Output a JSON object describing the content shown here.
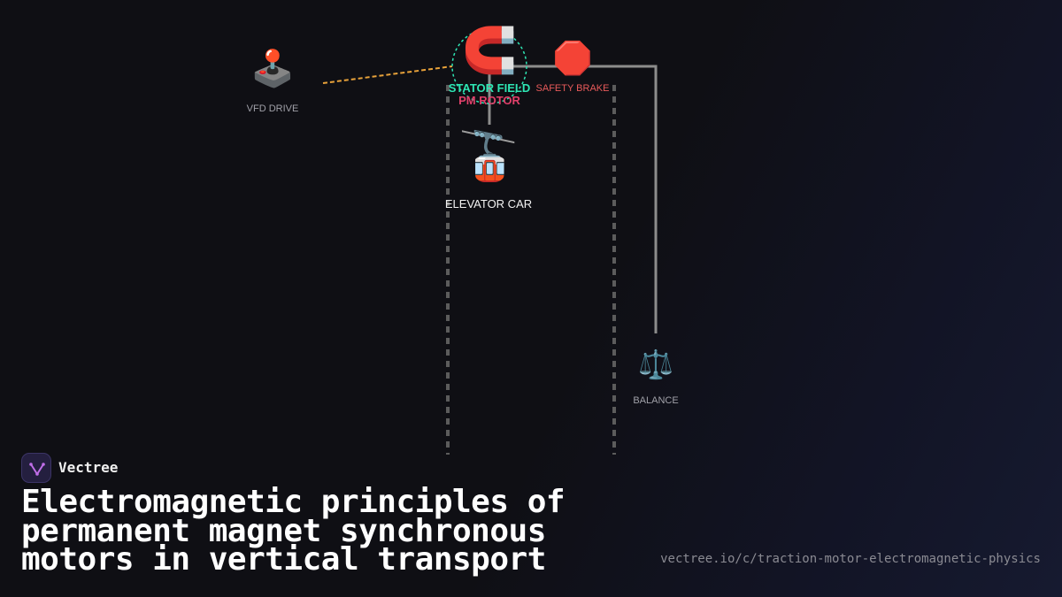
{
  "diagram": {
    "nodes": {
      "vfd": {
        "icon": "🕹️",
        "icon_name": "joystick-icon",
        "label": "VFD DRIVE"
      },
      "motor": {
        "icon": "🧲",
        "icon_name": "magnet-icon",
        "label_stator": "STATOR FIELD",
        "label_rotor": "PM ROTOR"
      },
      "brake": {
        "icon": "🛑",
        "icon_name": "stop-sign-icon",
        "label": "SAFETY BRAKE"
      },
      "car": {
        "icon": "🚡",
        "icon_name": "aerial-tramway-icon",
        "label": "ELEVATOR CAR"
      },
      "balance": {
        "icon": "⚖️",
        "icon_name": "balance-scale-icon",
        "label": "BALANCE"
      }
    },
    "colors": {
      "control_link": "#e8a23a",
      "field_ring": "#2ee6b4",
      "rope": "#8c8c8c",
      "shaft_rail": "#5c5c5c"
    }
  },
  "brand": {
    "name": "Vectree"
  },
  "title": "Electromagnetic principles of permanent magnet synchronous motors in vertical transport",
  "url": "vectree.io/c/traction-motor-electromagnetic-physics"
}
